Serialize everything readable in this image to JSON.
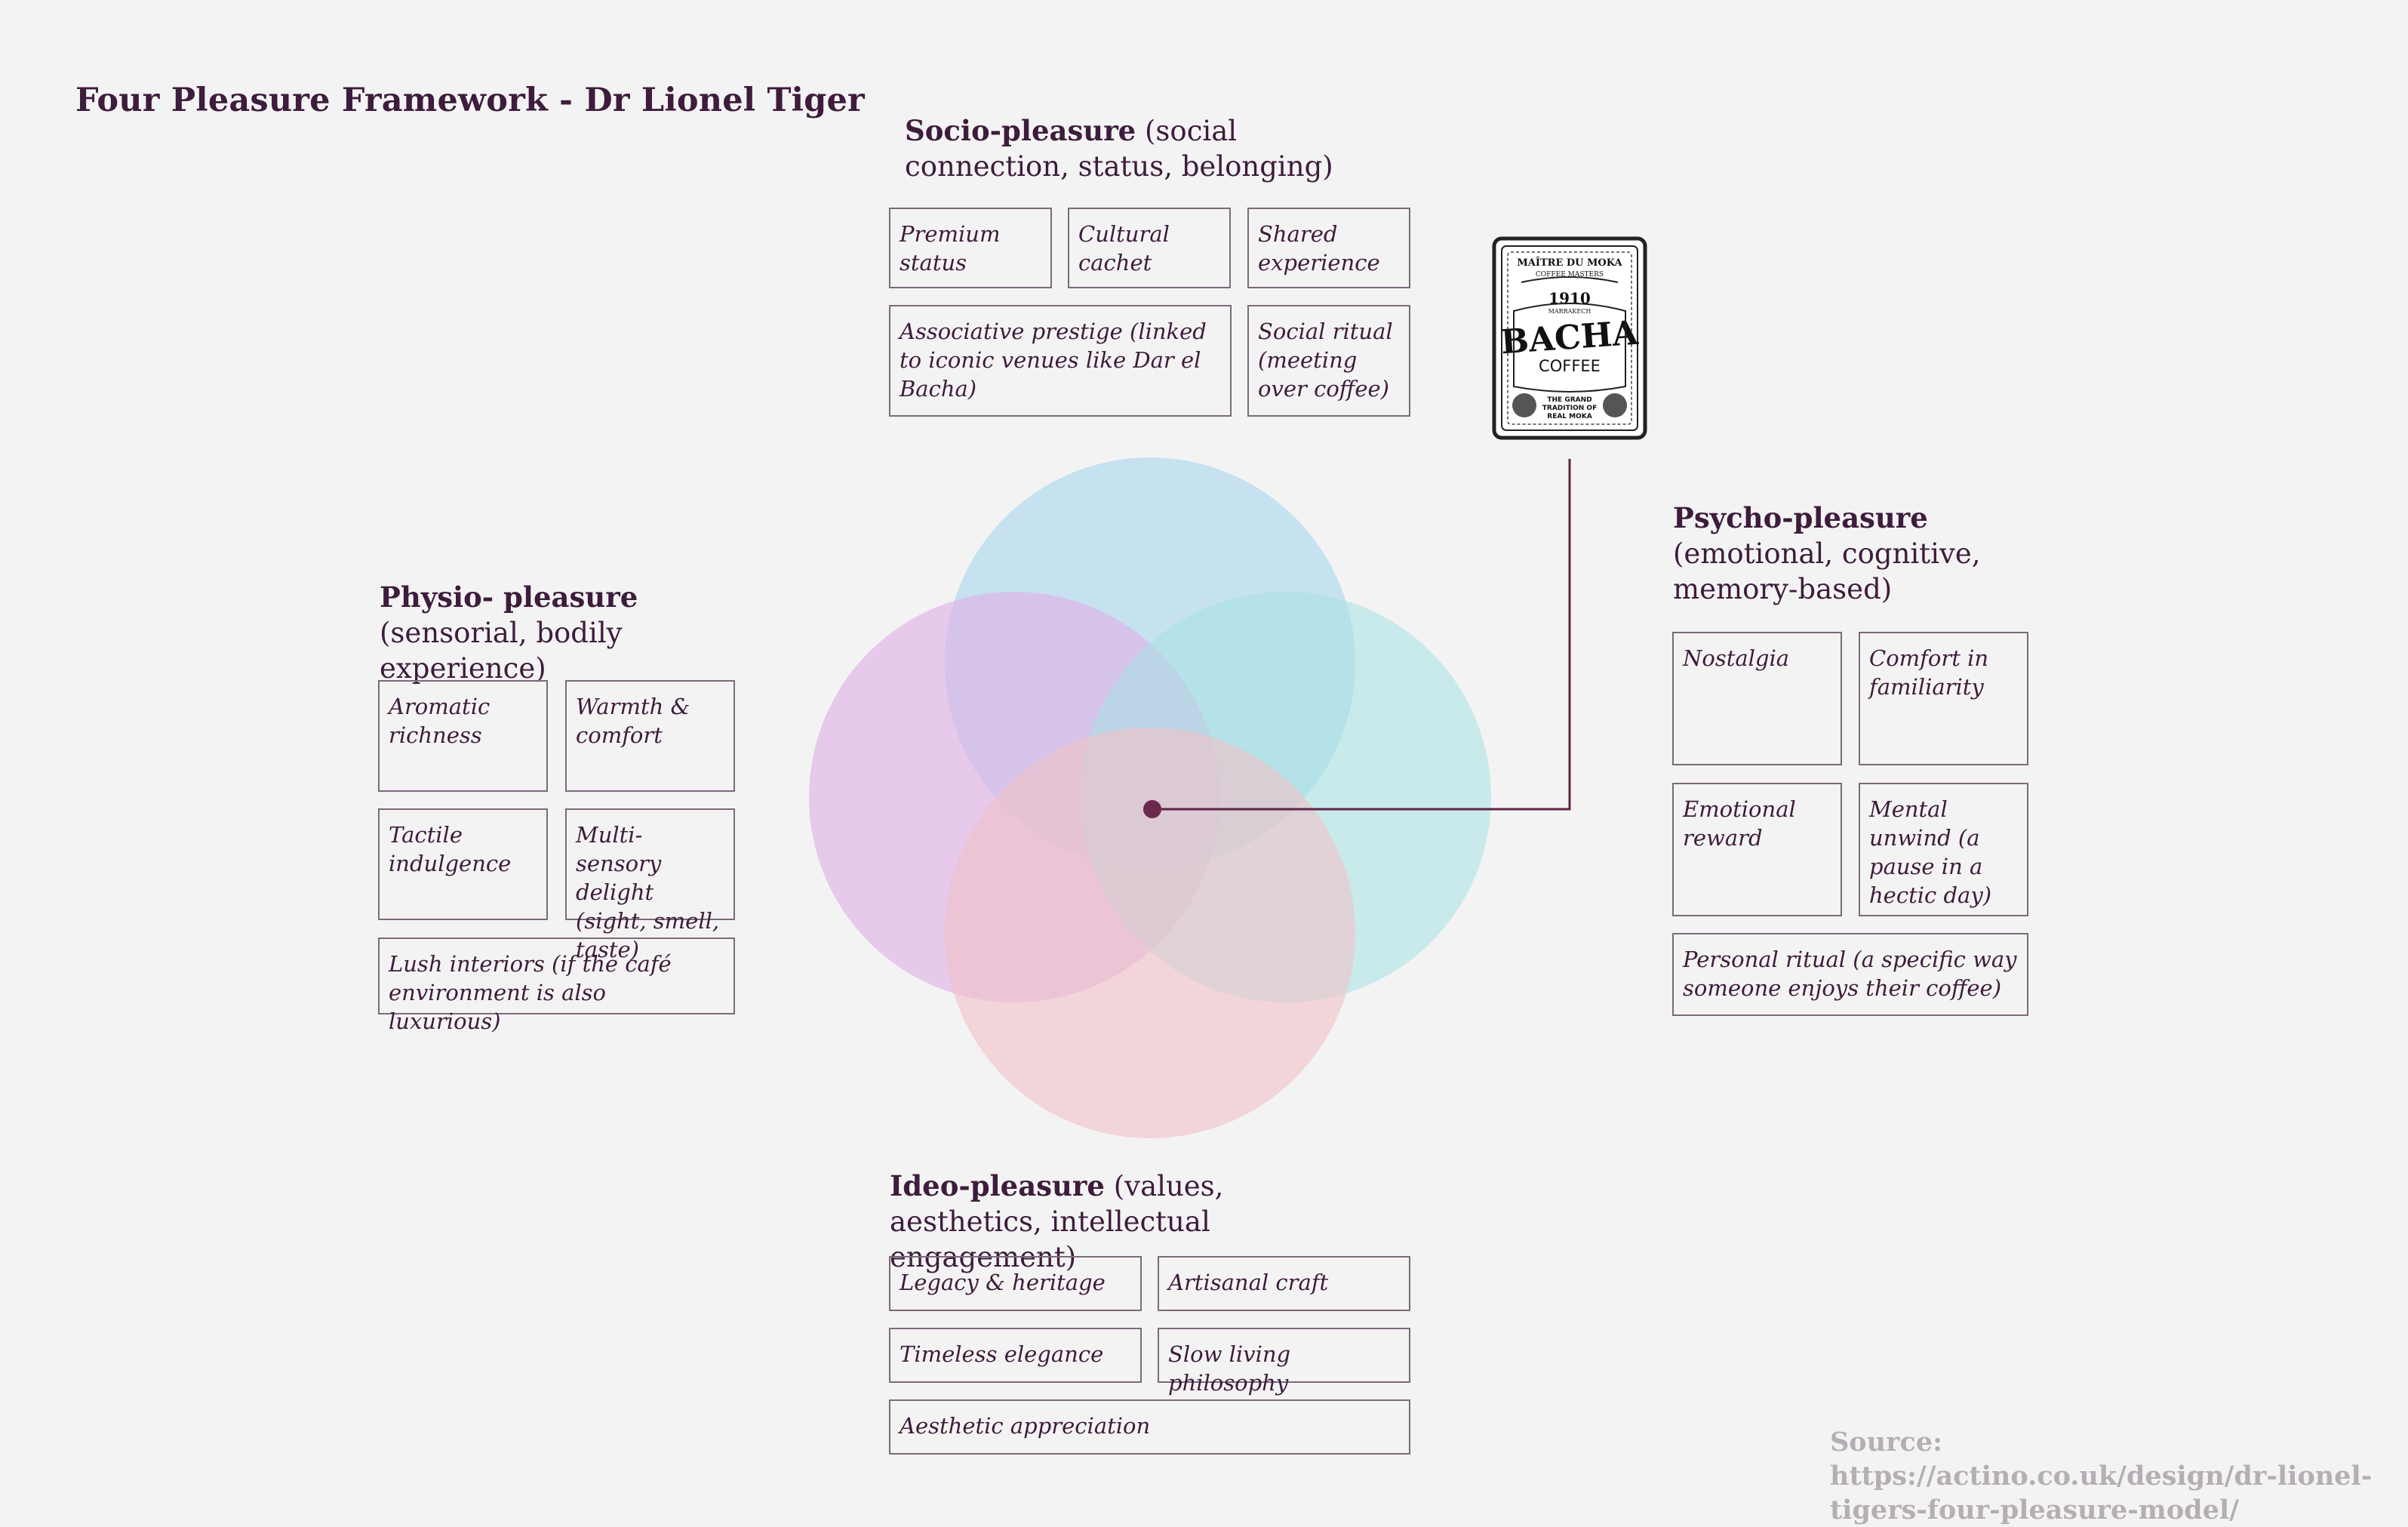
{
  "title": "Four Pleasure Framework - Dr Lionel Tiger",
  "socio": {
    "bold": "Socio-pleasure",
    "rest": " (social connection, status, belonging)",
    "items": [
      "Premium status",
      "Cultural cachet",
      "Shared experience",
      "Associative prestige (linked to iconic venues like Dar el Bacha)",
      "Social ritual (meeting over coffee)"
    ]
  },
  "physio": {
    "bold": "Physio- pleasure",
    "rest": " (sensorial, bodily experience)",
    "items": [
      "Aromatic richness",
      "Warmth & comfort",
      "Tactile indulgence",
      "Multi-sensory delight (sight, smell, taste)",
      "Lush interiors (if the café environment is also luxurious)"
    ]
  },
  "psycho": {
    "bold": "Psycho-pleasure",
    "rest": " (emotional, cognitive, memory-based)",
    "items": [
      "Nostalgia",
      "Comfort in familiarity",
      "Emotional reward",
      "Mental unwind (a pause in a hectic day)",
      "Personal ritual (a specific way someone enjoys their coffee)"
    ]
  },
  "ideo": {
    "bold": "Ideo-pleasure",
    "rest": " (values, aesthetics, intellectual engagement)",
    "items": [
      "Legacy & heritage",
      "Artisanal craft",
      "Timeless elegance",
      "Slow living philosophy",
      "Aesthetic appreciation"
    ]
  },
  "logo": {
    "top": "MAÎTRE DU MOKA",
    "sub": "COFFEE MASTERS",
    "year": "1910",
    "city": "MARRAKECH",
    "brand": "BACHA",
    "word": "COFFEE",
    "bottom1": "THE GRAND",
    "bottom2": "TRADITION OF",
    "bottom3": "REAL MOKA"
  },
  "source": "Source: https://actino.co.uk/design/dr-lionel-tigers-four-pleasure-model/",
  "colors": {
    "socio_circle": "#aed8ee",
    "physio_circle": "#dfb2e6",
    "psycho_circle": "#a6e2e2",
    "ideo_circle": "#f0c2c6",
    "text": "#3d1c3c",
    "connector": "#5e2446"
  }
}
